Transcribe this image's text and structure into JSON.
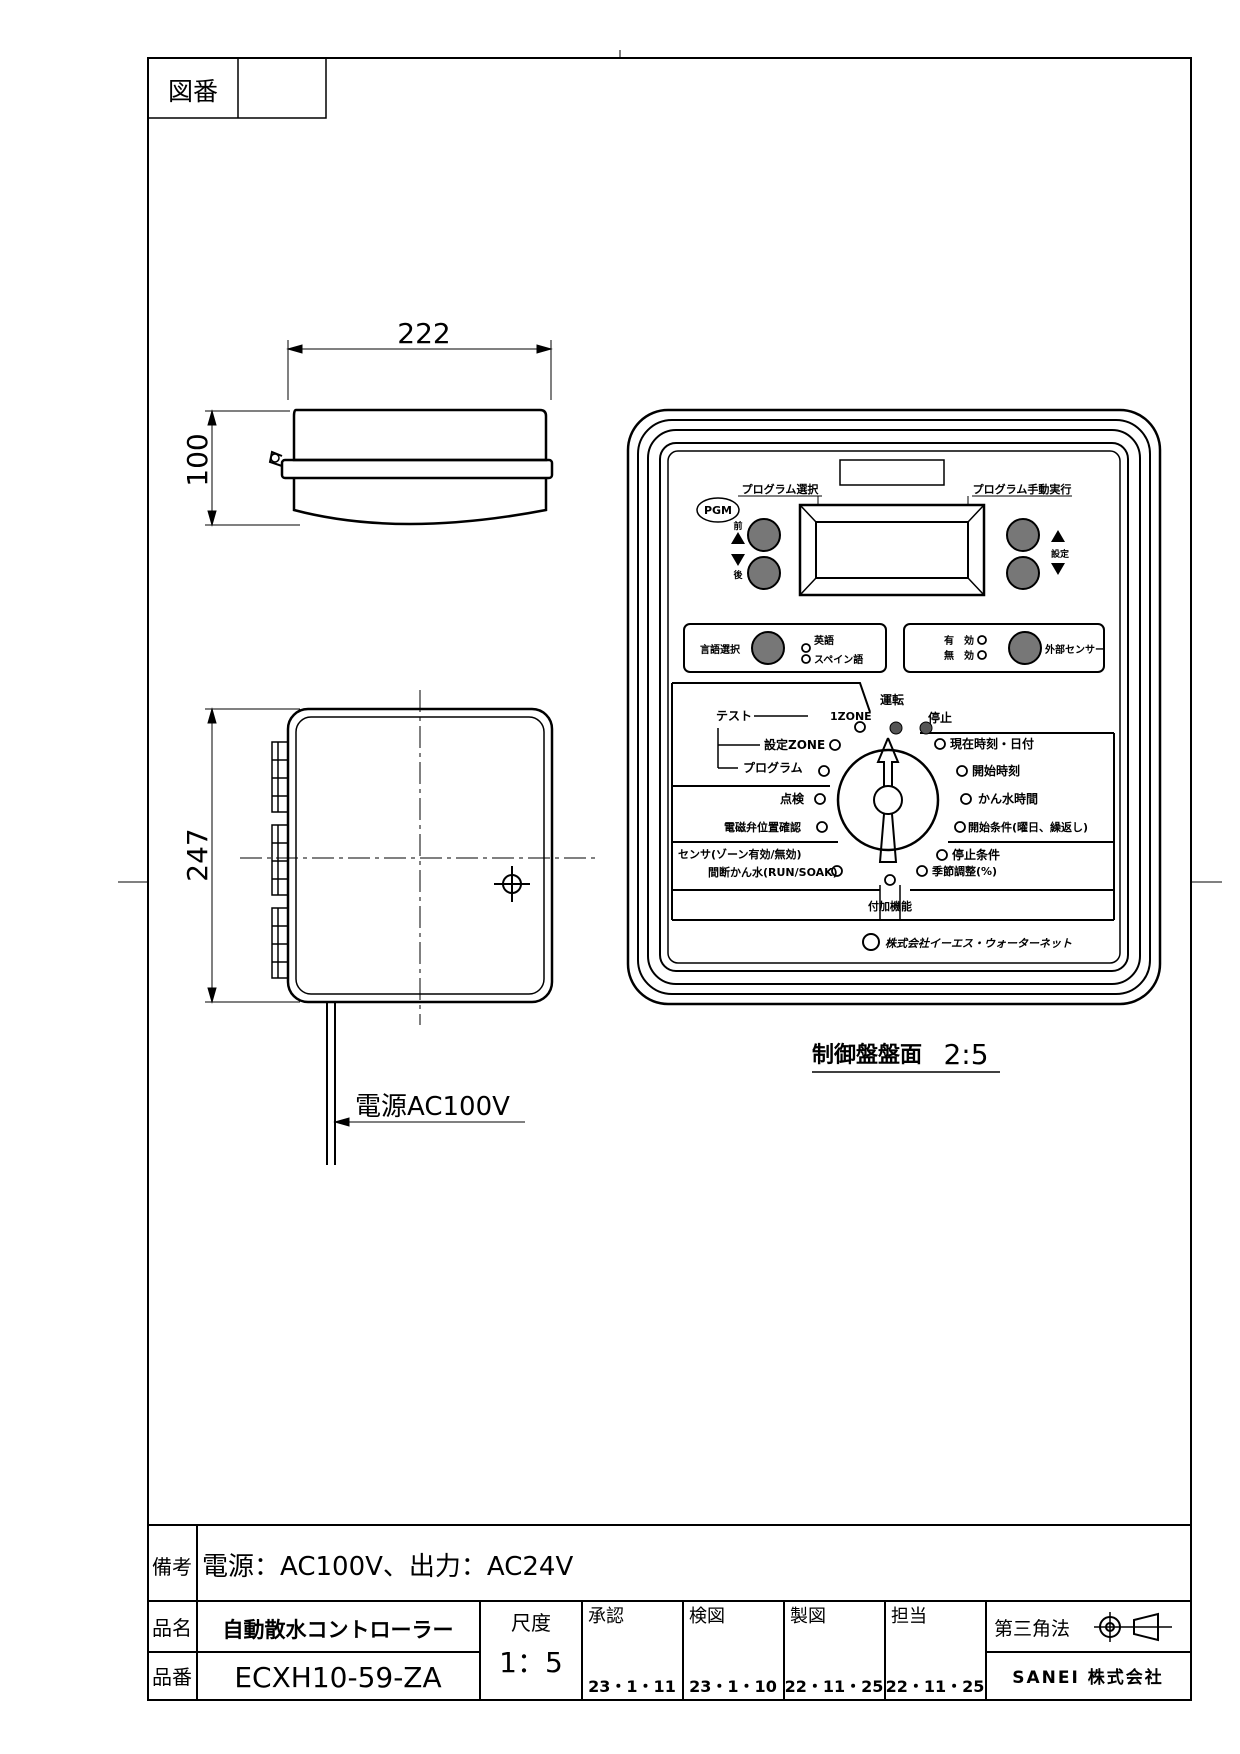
{
  "drawing_no_label": "図番",
  "dims": {
    "width": "222",
    "height": "100",
    "depth": "247"
  },
  "power_cord_label": "電源AC100V",
  "panel_caption": "制御盤盤面",
  "panel_scale": "2:5",
  "panel": {
    "program_select": "プログラム選択",
    "program_manual": "プログラム手動実行",
    "pgm": "PGM",
    "prev": "前",
    "next": "後",
    "setting": "設定",
    "language_select": "言語選択",
    "lang_english": "英語",
    "lang_spanish": "スペイン語",
    "sensor_enable": "有　効",
    "sensor_disable": "無　効",
    "external_sensor": "外部センサー",
    "test": "テスト",
    "one_zone": "1ZONE",
    "run": "運転",
    "stop": "停止",
    "set_zone": "設定ZONE",
    "program": "プログラム",
    "inspect": "点検",
    "valve_check": "電磁弁位置確認",
    "sensor_zone": "センサ(ゾーン有効/無効)",
    "cycle_soak": "間断かん水(RUN/SOAK)",
    "current_time": "現在時刻・日付",
    "start_time": "開始時刻",
    "water_time": "かん水時間",
    "start_cond": "開始条件(曜日、繰返し)",
    "stop_cond": "停止条件",
    "season_adjust": "季節調整(%)",
    "extra_func": "付加機能",
    "maker_logo": "株式会社イーエス・ウォーターネット"
  },
  "title_block": {
    "remarks_label": "備考",
    "remarks": "電源：AC100V、出力：AC24V",
    "name_label": "品名",
    "name": "自動散水コントローラー",
    "number_label": "品番",
    "number": "ECXH10-59-ZA",
    "scale_label": "尺度",
    "scale": "1：5",
    "approved_label": "承認",
    "approved_date": "23・1・11",
    "checked_label": "検図",
    "checked_date": "23・1・10",
    "drawn_label": "製図",
    "drawn_date": "22・11・25",
    "charge_label": "担当",
    "charge_date": "22・11・25",
    "projection": "第三角法",
    "company": "SANEI 株式会社"
  }
}
